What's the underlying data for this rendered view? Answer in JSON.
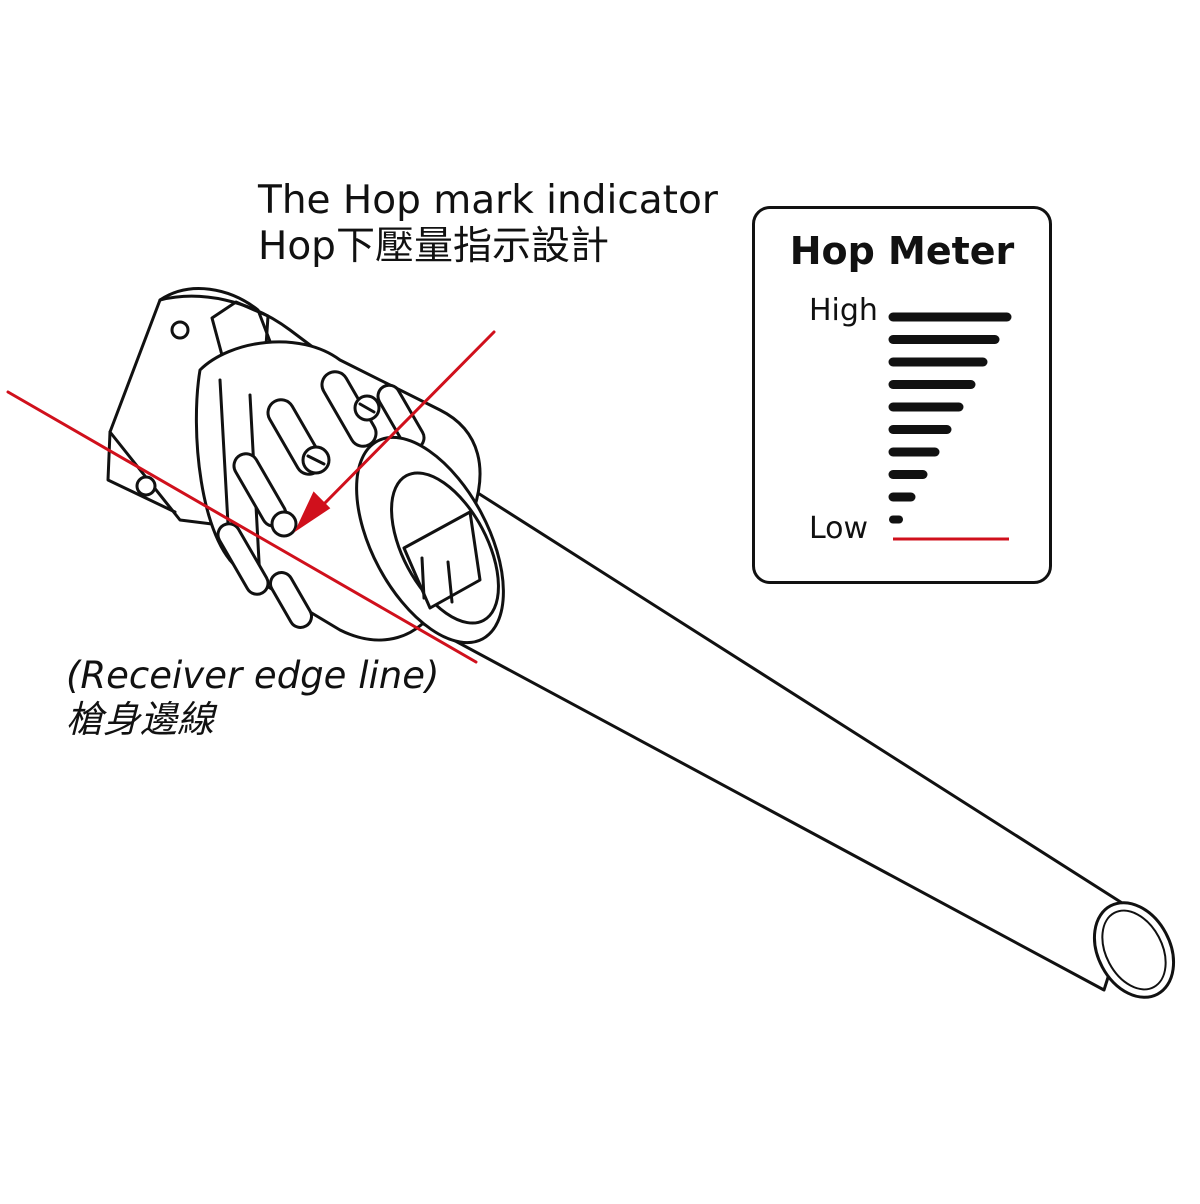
{
  "indicator_caption": {
    "line1": "The Hop mark indicator",
    "line2": "Hop下壓量指示設計"
  },
  "receiver_caption": {
    "line1": "(Receiver edge line)",
    "line2": "槍身邊線"
  },
  "hop_meter": {
    "title": "Hop Meter",
    "high_label": "High",
    "low_label": "Low",
    "levels": 10
  },
  "colors": {
    "ink": "#111111",
    "accent_red": "#d0101c"
  }
}
